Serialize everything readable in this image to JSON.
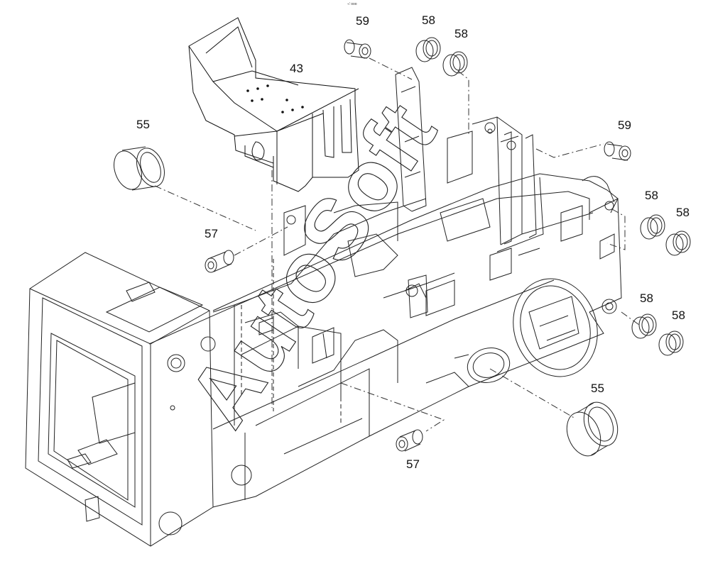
{
  "diagram": {
    "type": "exploded-parts-drawing",
    "corner_mark": "¬’ ooo",
    "watermark": "AutoSoft",
    "callouts": [
      {
        "id": "c59a",
        "label": "59"
      },
      {
        "id": "c58a",
        "label": "58"
      },
      {
        "id": "c58b",
        "label": "58"
      },
      {
        "id": "c43",
        "label": "43"
      },
      {
        "id": "c55a",
        "label": "55"
      },
      {
        "id": "c59b",
        "label": "59"
      },
      {
        "id": "c58c",
        "label": "58"
      },
      {
        "id": "c58d",
        "label": "58"
      },
      {
        "id": "c57a",
        "label": "57"
      },
      {
        "id": "c58e",
        "label": "58"
      },
      {
        "id": "c58f",
        "label": "58"
      },
      {
        "id": "c55b",
        "label": "55"
      },
      {
        "id": "c57b",
        "label": "57"
      }
    ]
  }
}
